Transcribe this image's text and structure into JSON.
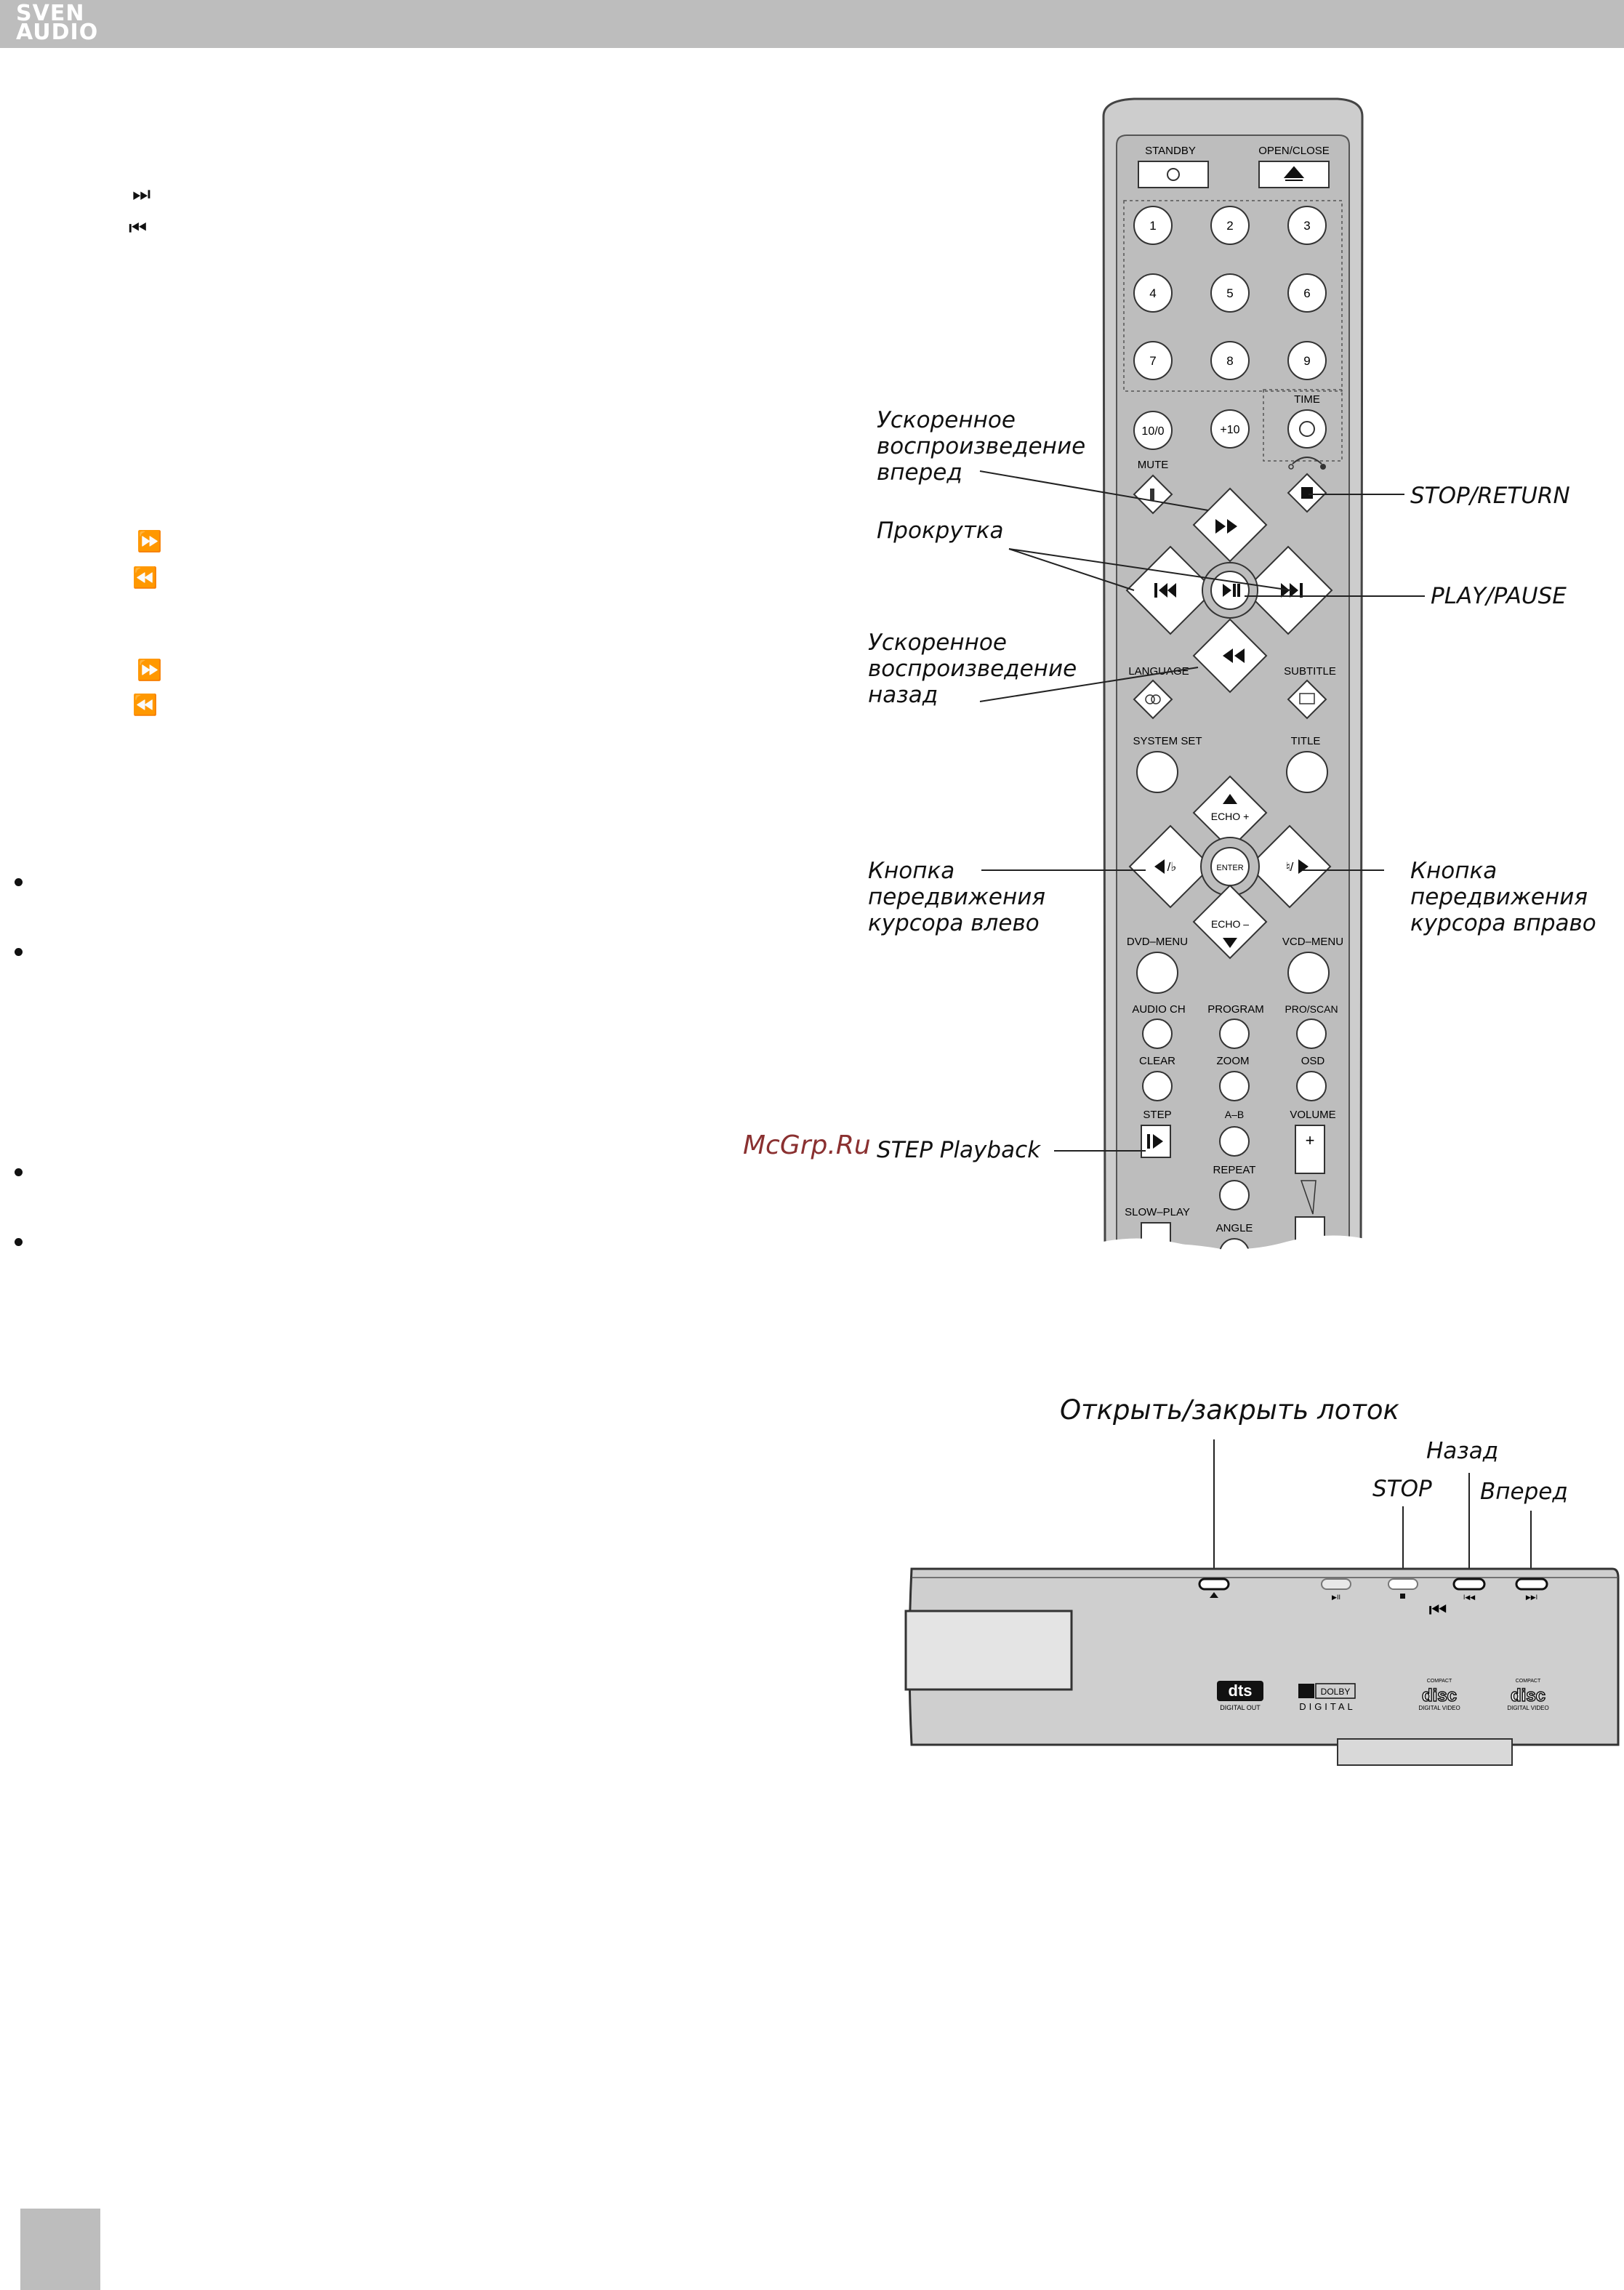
{
  "header": {
    "brand_line1": "SVEN",
    "brand_line2": "AUDIO"
  },
  "text_glyphs": {
    "next": "⏭",
    "prev": "⏮",
    "ff1": "⏩",
    "rw1": "⏪",
    "ff2": "⏩",
    "rw2": "⏪"
  },
  "watermark": "McGrp.Ru",
  "remote": {
    "buttons": {
      "standby": "STANDBY",
      "open_close": "OPEN/CLOSE",
      "digits": [
        "1",
        "2",
        "3",
        "4",
        "5",
        "6",
        "7",
        "8",
        "9"
      ],
      "ten": "10/0",
      "plus10": "+10",
      "time": "TIME",
      "mute": "MUTE",
      "language": "LANGUAGE",
      "subtitle": "SUBTITLE",
      "system_set": "SYSTEM SET",
      "title": "TITLE",
      "echo_plus": "ECHO +",
      "echo_minus": "ECHO –",
      "enter": "ENTER",
      "dvd_menu": "DVD–MENU",
      "vcd_menu": "VCD–MENU",
      "audio_ch": "AUDIO CH",
      "program": "PROGRAM",
      "pro_scan": "PRO/SCAN",
      "clear": "CLEAR",
      "zoom": "ZOOM",
      "osd": "OSD",
      "step": "STEP",
      "ab": "A–B",
      "volume": "VOLUME",
      "repeat": "REPEAT",
      "slow_play": "SLOW–PLAY",
      "angle": "ANGLE"
    },
    "callouts": {
      "fast_forward": [
        "Ускоренное",
        "воспроизведение",
        "вперед"
      ],
      "scroll": "Прокрутка",
      "fast_reverse": [
        "Ускоренное",
        "воспроизведение",
        "назад"
      ],
      "cursor_left": [
        "Кнопка",
        "передвижения",
        "курсора влево"
      ],
      "cursor_right": [
        "Кнопка",
        "передвижения",
        "курсора вправо"
      ],
      "stop_return": "STOP/RETURN",
      "play_pause": "PLAY/PAUSE",
      "step_playback": "STEP Playback"
    }
  },
  "front_panel": {
    "callouts": {
      "open_close_tray": "Открыть/закрыть лоток",
      "back": "Назад",
      "stop": "STOP",
      "forward": "Вперед"
    },
    "logos": {
      "dts": "dts",
      "dts_sub": "DIGITAL OUT",
      "dolby": "DOLBY",
      "dolby_sub": "DIGITAL",
      "disc_top": "COMPACT",
      "disc": "disc",
      "disc_sub": "DIGITAL VIDEO"
    }
  }
}
